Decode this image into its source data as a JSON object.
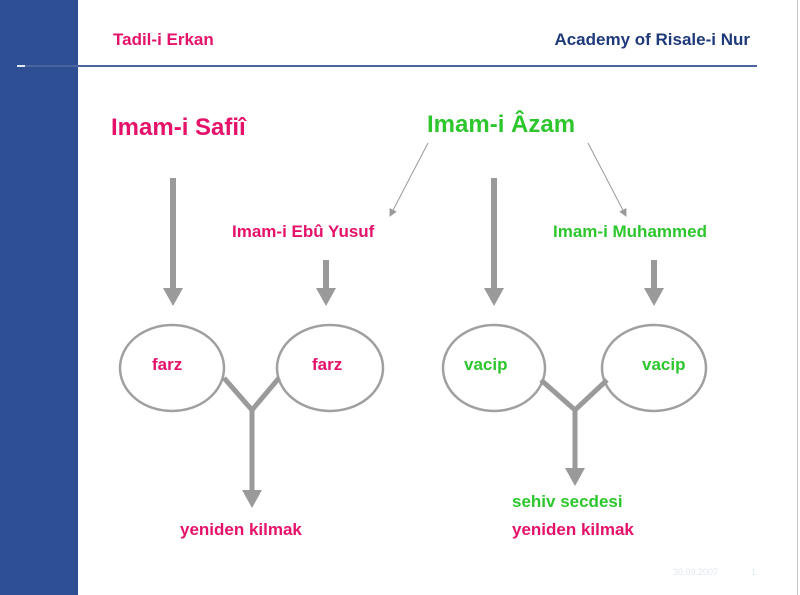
{
  "header": {
    "left_title": "Tadil-i Erkan",
    "right_title": "Academy of Risale-i Nur"
  },
  "diagram": {
    "imam_safii": "Imam-i Safiî",
    "imam_azam": "Imam-i Âzam",
    "imam_ebu_yusuf": "Imam-i Ebû Yusuf",
    "imam_muhammed": "Imam-i Muhammed",
    "farz_1": "farz",
    "farz_2": "farz",
    "vacip_1": "vacip",
    "vacip_2": "vacip",
    "left_result": "yeniden kilmak",
    "right_result_1": "sehiv secdesi",
    "right_result_2": "yeniden kilmak"
  },
  "footer": {
    "date": "30.09.2007",
    "page": "1"
  },
  "colors": {
    "sidebar": "#2E4F93",
    "pink": "#E5126A",
    "green": "#2DC62D",
    "navy": "#1F3A7A",
    "arrow": "#9a9a9a"
  }
}
